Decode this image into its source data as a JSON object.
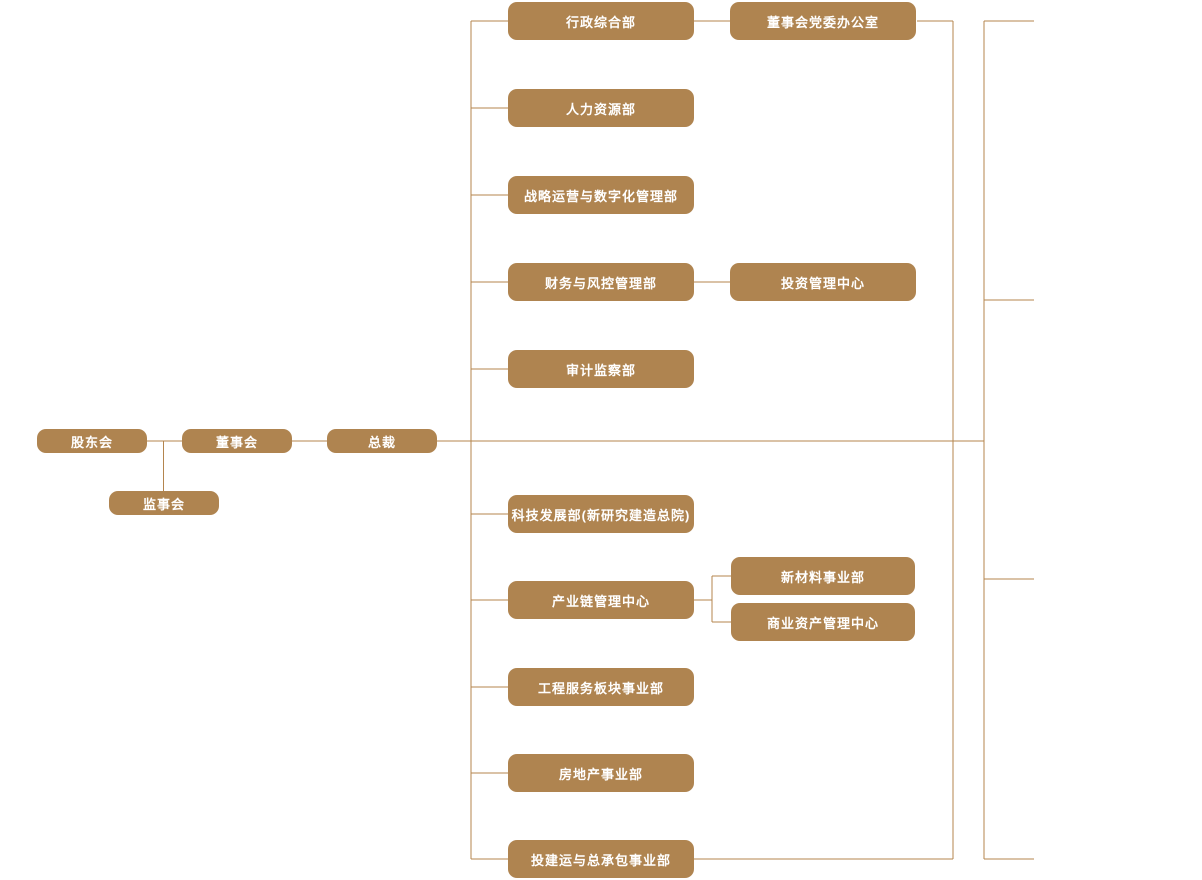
{
  "palette": {
    "box_fill": "#af8450",
    "line": "#b4854e",
    "box_text": "#ffffff"
  },
  "chart_type": "organization-chart",
  "governance": {
    "shareholders": "股东会",
    "supervisory_board": "监事会",
    "board_of_directors": "董事会",
    "president": "总裁"
  },
  "management_departments": {
    "admin_general": "行政综合部",
    "board_party_office": "董事会党委办公室",
    "human_resources": "人力资源部",
    "strategy_digital": "战略运营与数字化管理部",
    "finance_risk": "财务与风控管理部",
    "investment_center": "投资管理中心",
    "audit_supervision": "审计监察部"
  },
  "business_units": {
    "tech_development": "科技发展部(新研究建造总院)",
    "industry_chain_center": "产业链管理中心",
    "new_materials": "新材料事业部",
    "commercial_assets": "商业资产管理中心",
    "engineering_services": "工程服务板块事业部",
    "real_estate": "房地产事业部",
    "invest_build_operate_epc": "投建运与总承包事业部"
  }
}
